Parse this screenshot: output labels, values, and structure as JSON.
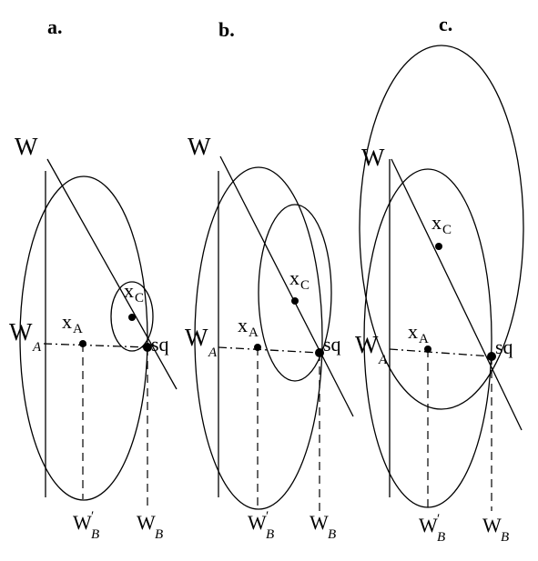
{
  "panels": [
    {
      "label": "a.",
      "texts": {
        "w": "W",
        "wa_main": "W",
        "wa_sub": "A",
        "xa_main": "x",
        "xa_sub": "A",
        "xc_main": "x",
        "xc_sub": "C",
        "sq": "sq",
        "wbp_main": "W",
        "wbp_sup": "′",
        "wbp_sub": "B",
        "wb_main": "W",
        "wb_sub": "B"
      }
    },
    {
      "label": "b.",
      "texts": {
        "w": "W",
        "wa_main": "W",
        "wa_sub": "A",
        "xa_main": "x",
        "xa_sub": "A",
        "xc_main": "x",
        "xc_sub": "C",
        "sq": "sq",
        "wbp_main": "W",
        "wbp_sup": "′",
        "wbp_sub": "B",
        "wb_main": "W",
        "wb_sub": "B"
      }
    },
    {
      "label": "c.",
      "texts": {
        "w": "W",
        "wa_main": "W",
        "wa_sub": "A",
        "xa_main": "x",
        "xa_sub": "A",
        "xc_main": "x",
        "xc_sub": "C",
        "sq": "sq",
        "wbp_main": "W",
        "wbp_sup": "′",
        "wbp_sub": "B",
        "wb_main": "W",
        "wb_sub": "B"
      }
    }
  ]
}
